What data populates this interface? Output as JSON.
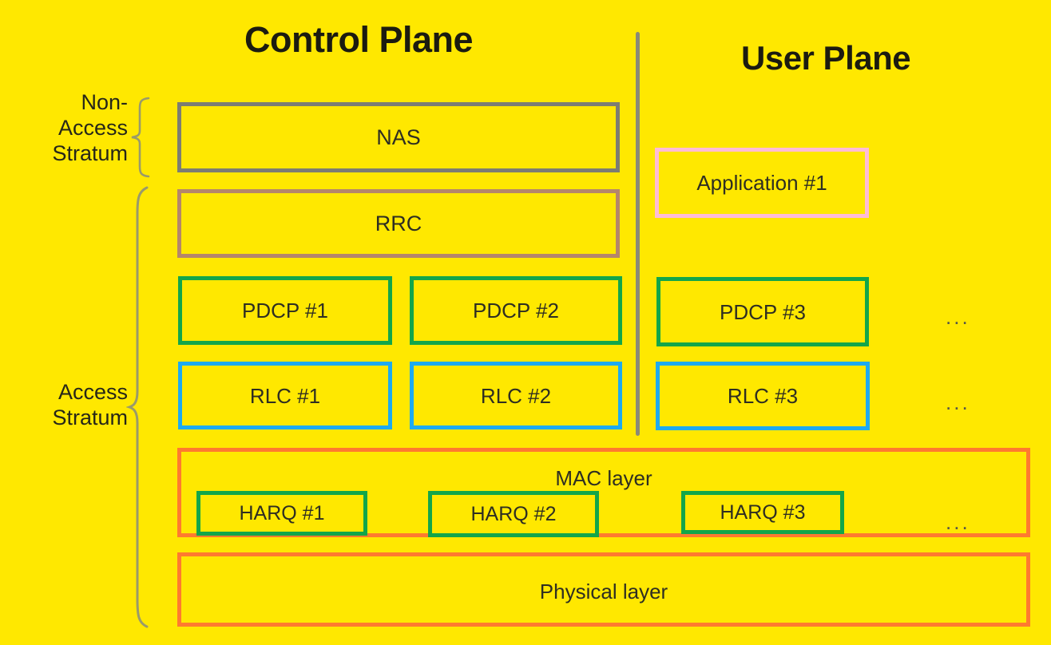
{
  "diagram": {
    "title_control_plane": "Control Plane",
    "title_user_plane": "User Plane",
    "background_color": "#FFE800",
    "text_color": "#2e2e22"
  },
  "strata": {
    "non_access": "Non-\nAccess\nStratum",
    "access": "Access\nStratum"
  },
  "control_plane": {
    "nas": {
      "label": "NAS",
      "border_color": "#7d7d72"
    },
    "rrc": {
      "label": "RRC",
      "border_color": "#b5866a"
    },
    "pdcp": [
      {
        "label": "PDCP #1",
        "border_color": "#13a64a"
      },
      {
        "label": "PDCP #2",
        "border_color": "#13a64a"
      }
    ],
    "rlc": [
      {
        "label": "RLC #1",
        "border_color": "#1eaaf0"
      },
      {
        "label": "RLC #2",
        "border_color": "#1eaaf0"
      }
    ]
  },
  "user_plane": {
    "application": {
      "label": "Application #1",
      "border_color": "#ffbcd6"
    },
    "pdcp": [
      {
        "label": "PDCP #3",
        "border_color": "#13a64a"
      }
    ],
    "rlc": [
      {
        "label": "RLC #3",
        "border_color": "#1eaaf0"
      }
    ]
  },
  "shared_layers": {
    "mac": {
      "label": "MAC layer",
      "border_color": "#ff7a2f"
    },
    "physical": {
      "label": "Physical layer",
      "border_color": "#ff7a2f"
    },
    "harq": [
      {
        "label": "HARQ #1",
        "border_color": "#13a64a"
      },
      {
        "label": "HARQ #2",
        "border_color": "#13a64a"
      },
      {
        "label": "HARQ #3",
        "border_color": "#13a64a"
      }
    ]
  },
  "ellipses": {
    "pdcp_row": "...",
    "rlc_row": "...",
    "harq_row": "..."
  }
}
